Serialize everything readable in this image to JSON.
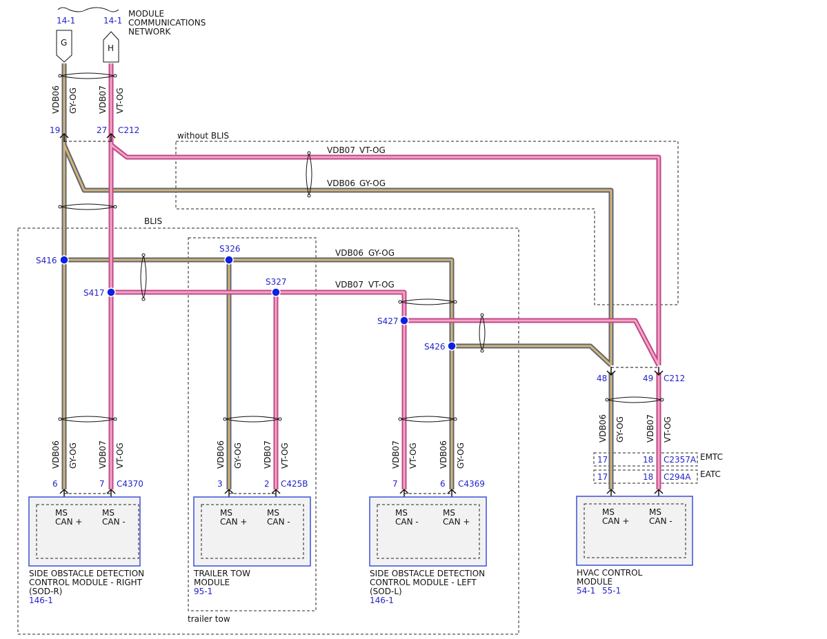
{
  "title": {
    "line1": "MODULE",
    "line2": "COMMUNICATIONS",
    "line3": "NETWORK"
  },
  "connectors_top": {
    "g_ref": "14-1",
    "h_ref": "14-1",
    "g_label": "G",
    "h_label": "H"
  },
  "wires": {
    "vdb06": "VDB06",
    "vdb07": "VDB07",
    "gy_og": "GY-OG",
    "vt_og": "VT-OG",
    "colors": {
      "gy_og_core": "#d4b478",
      "gy_og_edge": "#5e6670",
      "vt_og_core": "#f4a6c6",
      "vt_og_edge": "#c04888"
    }
  },
  "pins": {
    "c212_top_gy": "19",
    "c212_top_vt": "27",
    "c212_top_name": "C212",
    "c4370_gy": "6",
    "c4370_vt": "7",
    "c4370_name": "C4370",
    "c425b_gy": "3",
    "c425b_vt": "2",
    "c425b_name": "C425B",
    "c4369_vt": "7",
    "c4369_gy": "6",
    "c4369_name": "C4369",
    "c212_hvac_gy": "48",
    "c212_hvac_vt": "49",
    "c212_hvac_name": "C212",
    "c2357a_gy": "17",
    "c2357a_vt": "18",
    "c2357a_name": "C2357A",
    "c294a_gy": "17",
    "c294a_vt": "18",
    "c294a_name": "C294A"
  },
  "variants": {
    "without_blis": "without BLIS",
    "blis": "BLIS",
    "trailer_tow": "trailer tow",
    "emtc": "EMTC",
    "eatc": "EATC"
  },
  "splices": {
    "s416": "S416",
    "s417": "S417",
    "s326": "S326",
    "s327": "S327",
    "s427": "S427",
    "s426": "S426"
  },
  "modules": {
    "sod_r": {
      "pin_a_l1": "MS",
      "pin_a_l2": "CAN +",
      "pin_b_l1": "MS",
      "pin_b_l2": "CAN -",
      "name_l1": "SIDE OBSTACLE DETECTION",
      "name_l2": "CONTROL MODULE - RIGHT",
      "name_l3": "(SOD-R)",
      "ref": "146-1"
    },
    "trailer": {
      "pin_a_l1": "MS",
      "pin_a_l2": "CAN +",
      "pin_b_l1": "MS",
      "pin_b_l2": "CAN -",
      "name_l1": "TRAILER TOW",
      "name_l2": "MODULE",
      "ref": "95-1"
    },
    "sod_l": {
      "pin_a_l1": "MS",
      "pin_a_l2": "CAN -",
      "pin_b_l1": "MS",
      "pin_b_l2": "CAN +",
      "name_l1": "SIDE OBSTACLE DETECTION",
      "name_l2": "CONTROL MODULE - LEFT",
      "name_l3": "(SOD-L)",
      "ref": "146-1"
    },
    "hvac": {
      "pin_a_l1": "MS",
      "pin_a_l2": "CAN +",
      "pin_b_l1": "MS",
      "pin_b_l2": "CAN -",
      "name_l1": "HVAC CONTROL",
      "name_l2": "MODULE",
      "ref1": "54-1",
      "ref2": "55-1"
    }
  }
}
